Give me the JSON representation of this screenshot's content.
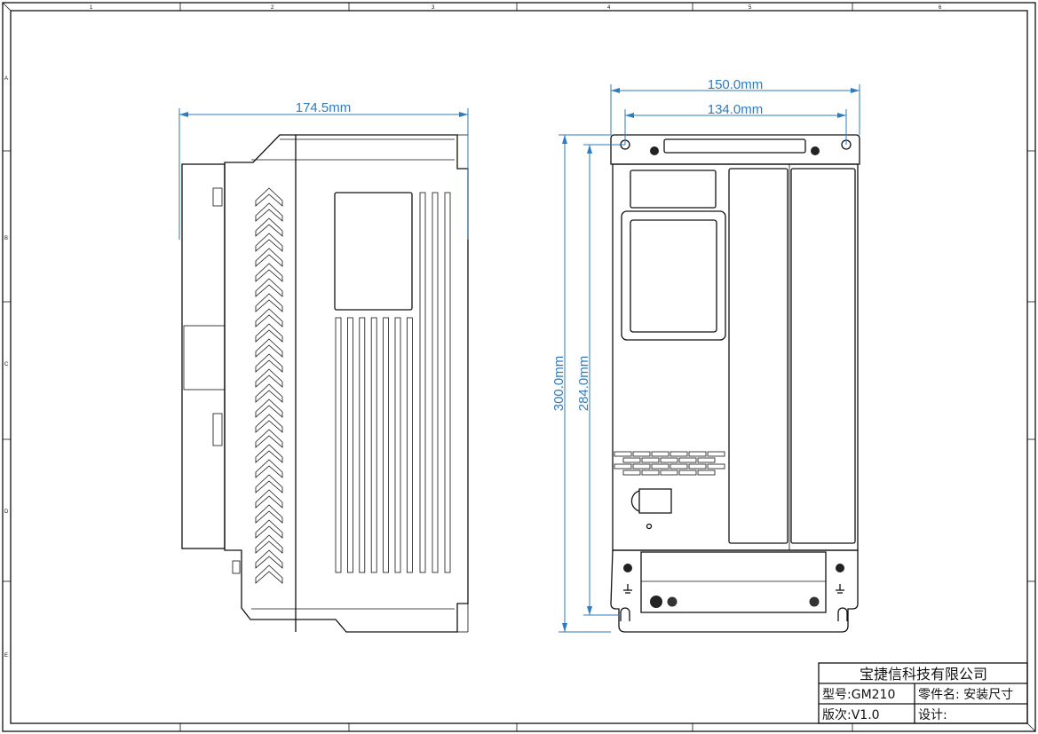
{
  "drawing": {
    "zones_top": [
      "1",
      "2",
      "3",
      "4",
      "5",
      "6"
    ],
    "zones_side": [
      "A",
      "B",
      "C",
      "D",
      "E"
    ]
  },
  "dimensions": {
    "side_depth": "174.5mm",
    "front_width": "150.0mm",
    "mount_width": "134.0mm",
    "front_height": "300.0mm",
    "mount_height": "284.0mm"
  },
  "title_block": {
    "company": "宝捷信科技有限公司",
    "model_label": "型号:GM210",
    "part_label": "零件名: 安装尺寸",
    "version_label": "版次:V1.0",
    "designer_label": "设计:"
  },
  "colors": {
    "dimension": "#2e7bbf",
    "line": "#111111"
  }
}
